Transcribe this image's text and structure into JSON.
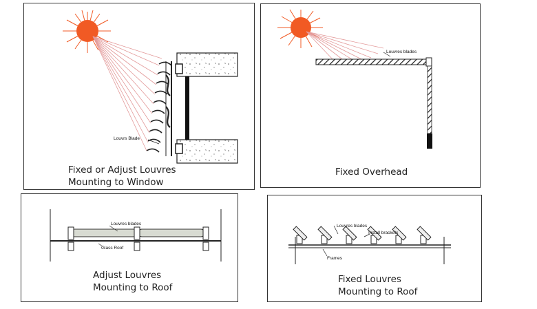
{
  "panels": {
    "window": {
      "caption_line1": "Fixed or Adjust Louvres",
      "caption_line2": "Mounting to Window",
      "blade_label": "Louvrs Blade"
    },
    "overhead": {
      "caption": "Fixed Overhead",
      "blades_label": "Louvres blades"
    },
    "roof_adjust": {
      "caption_line1": "Adjust Louvres",
      "caption_line2": "Mounting to Roof",
      "blades_label": "Louvres blades",
      "roof_label": "Glass Roof"
    },
    "roof_fixed": {
      "caption_line1": "Fixed Louvres",
      "caption_line2": "Mounting to Roof",
      "blades_label": "Louvres blades",
      "brackets_label": "Install brackets",
      "frames_label": "Frames"
    }
  },
  "colors": {
    "sun": "#f15a24",
    "rays": "#e8a0a0",
    "ink": "#222222"
  }
}
